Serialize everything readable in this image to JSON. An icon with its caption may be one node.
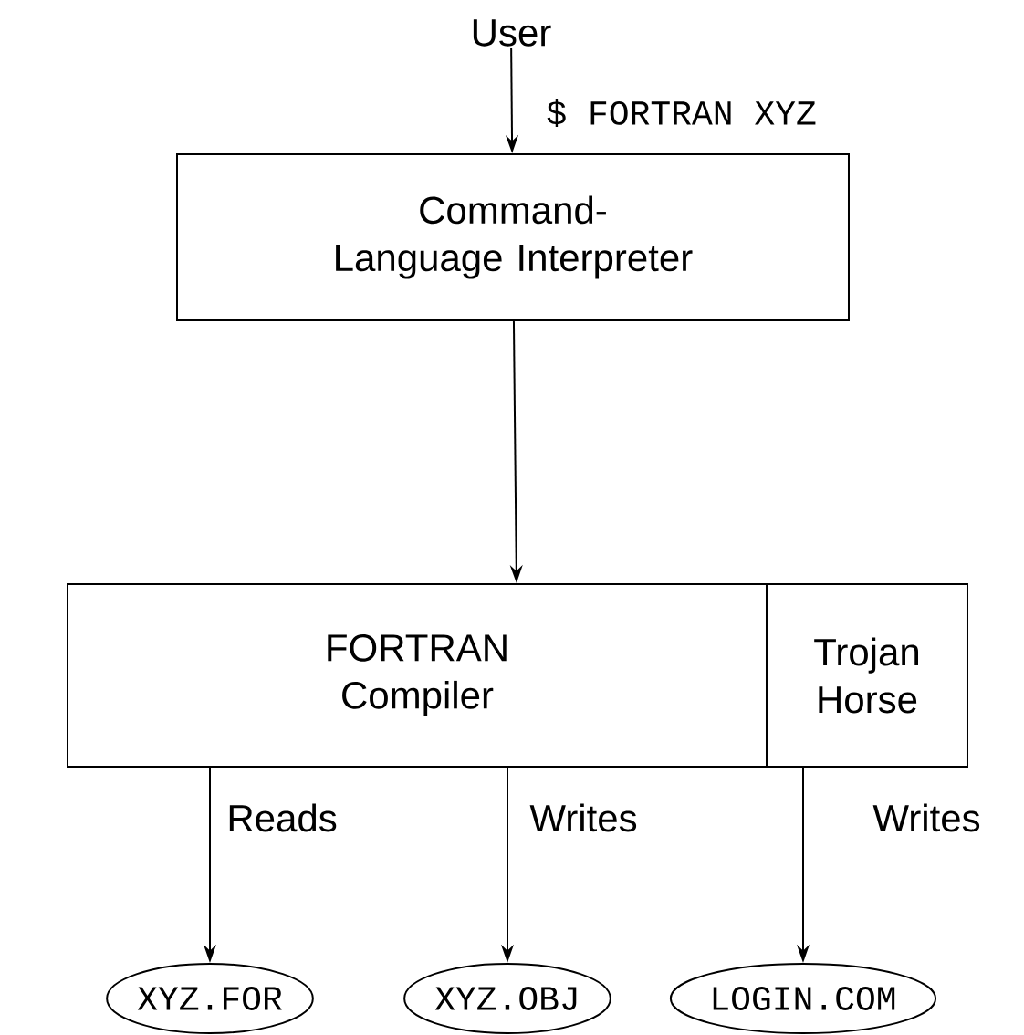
{
  "diagram": {
    "nodes": [
      {
        "text": [
          "User"
        ]
      },
      {
        "text": [
          "Command-Language Interpreter"
        ]
      },
      {
        "text": [
          "FORTRAN Compiler"
        ]
      },
      {
        "text": [
          "Trojan Horse"
        ],
        "in": 2
      },
      {
        "text": [
          "XYZ.FOR"
        ]
      },
      {
        "text": [
          "XYZ.OBJ"
        ]
      },
      {
        "text": [
          "LOGIN.COM"
        ]
      }
    ],
    "edges": [
      {
        "from": 0,
        "to": 1,
        "arrow": "to",
        "label": "$ FORTRAN XYZ"
      },
      {
        "from": 1,
        "to": 2,
        "arrow": "to"
      },
      {
        "from": 2,
        "to": 4,
        "arrow": "to",
        "label": "Reads"
      },
      {
        "from": 2,
        "to": 5,
        "arrow": "to",
        "label": "Writes"
      },
      {
        "from": 3,
        "to": 6,
        "arrow": "to",
        "label": "Writes"
      }
    ]
  }
}
